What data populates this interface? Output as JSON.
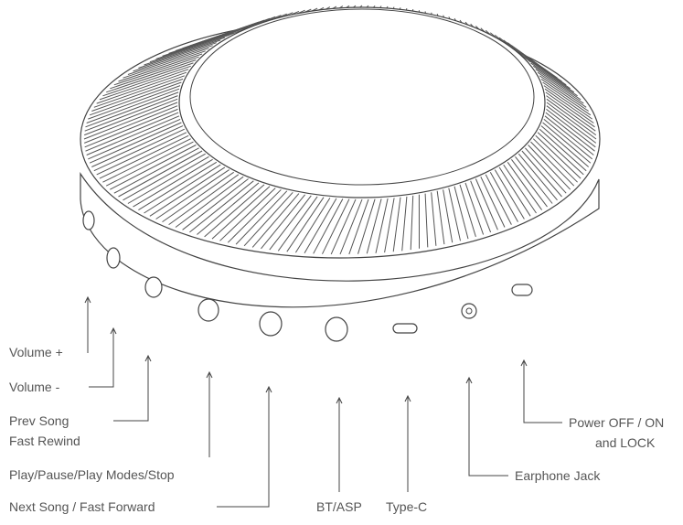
{
  "labels": {
    "volume_up": "Volume +",
    "volume_down": "Volume -",
    "prev_song_line1": "Prev Song",
    "prev_song_line2": "Fast Rewind",
    "play_pause": "Play/Pause/Play Modes/Stop",
    "next_song": "Next Song / Fast Forward",
    "bt_asp": "BT/ASP",
    "type_c": "Type-C",
    "earphone_jack": "Earphone Jack",
    "power_line1": "Power OFF / ON",
    "power_line2": "and LOCK"
  },
  "colors": {
    "line": "#444444",
    "label": "#555555",
    "fill": "#ffffff"
  }
}
